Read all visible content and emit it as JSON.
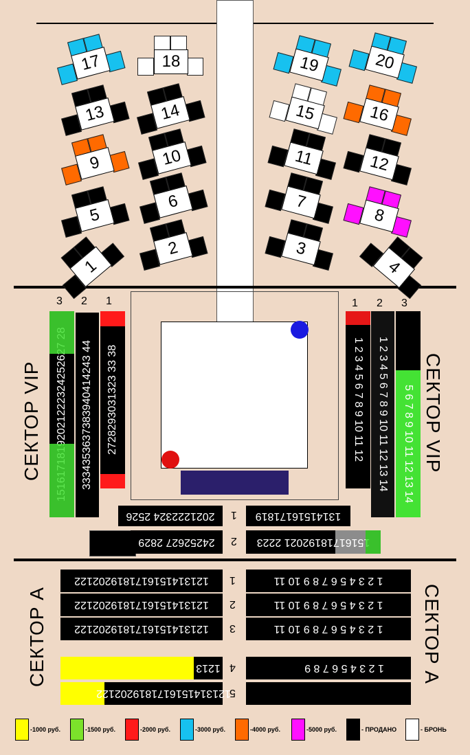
{
  "colors": {
    "bg": "#efd9c6",
    "yellow": "#ffff00",
    "green": "#44e234",
    "red": "#ff1a1a",
    "blue": "#17c1ef",
    "orange": "#ff6a00",
    "magenta": "#ff10ff",
    "sold": "#000000",
    "reserved": "#ffffff",
    "stage_bar": "#2b1f6b"
  },
  "tables": [
    "1",
    "2",
    "3",
    "4",
    "5",
    "6",
    "7",
    "8",
    "9",
    "10",
    "11",
    "12",
    "13",
    "14",
    "15",
    "16",
    "17",
    "18",
    "19",
    "20"
  ],
  "vip_left": {
    "title": "СЕКТОР VIP",
    "row_numbers": [
      "3",
      "2",
      "1"
    ],
    "row3": "15161718192021222324252627 28",
    "row2": "3334353637383940414243 44",
    "row1": "2728293031323 33 38"
  },
  "vip_right": {
    "title": "СЕКТОР VIP",
    "row_numbers": [
      "1",
      "2",
      "3"
    ],
    "row1": "1 2 3 4 5 6 7 8 9 10 11 12",
    "row2": "1 2 3 4 5 6 7 8 9 10 11 12 13 14",
    "row3": "5 6 7 8 9 10 11 12 13 14"
  },
  "bottom_rows": {
    "row1_left": "2021222324 2526",
    "row1_num": "1",
    "row1_right": "13141516171819",
    "row2_left": "24252627 2829",
    "row2_num": "2",
    "row2_right": "15161718192021 2223"
  },
  "sector_a": {
    "title": "СЕКТОР A",
    "row_numbers": [
      "1",
      "2",
      "3",
      "4",
      "5"
    ],
    "left": "1213141516171819202122",
    "right": "1 2 3 4 5 6 7 8 9 10 11",
    "row4_left": "1213",
    "row4_right": "1 2 3 4 5 6 7 8 9"
  },
  "legend": [
    {
      "label": "-1000 руб.",
      "color": "#ffff00"
    },
    {
      "label": "-1500 руб.",
      "color": "#7ce22b"
    },
    {
      "label": "-2000 руб.",
      "color": "#ff1a1a"
    },
    {
      "label": "-3000 руб.",
      "color": "#17c1ef"
    },
    {
      "label": "-4000 руб.",
      "color": "#ff6a00"
    },
    {
      "label": "-5000 руб.",
      "color": "#ff10ff"
    },
    {
      "label": "- ПРОДАНО",
      "color": "#000000"
    },
    {
      "label": "- БРОНЬ",
      "color": "#ffffff"
    }
  ]
}
